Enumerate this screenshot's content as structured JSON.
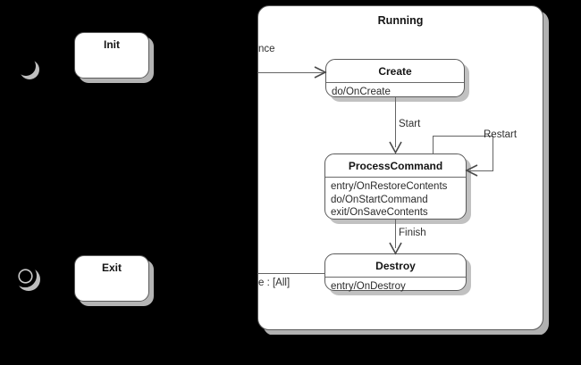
{
  "diagram": {
    "type": "uml-state-machine",
    "background_color": "#000000",
    "surface_color": "#ffffff",
    "line_color": "#646464",
    "shadow_color": "#bebebe"
  },
  "pseudostates": [
    {
      "kind": "initial",
      "name": "initial-state"
    },
    {
      "kind": "final",
      "name": "final-state"
    }
  ],
  "states": [
    {
      "id": "init",
      "title": "Init",
      "body": ""
    },
    {
      "id": "exit",
      "title": "Exit",
      "body": ""
    },
    {
      "id": "running",
      "title": "Running",
      "composite": true
    },
    {
      "id": "create",
      "title": "Create",
      "body": "do/OnCreate"
    },
    {
      "id": "process_command",
      "title": "ProcessCommand",
      "body": "entry/OnRestoreContents\ndo/OnStartCommand\nexit/OnSaveContents"
    },
    {
      "id": "destroy",
      "title": "Destroy",
      "body": "entry/OnDestroy"
    }
  ],
  "transitions": [
    {
      "id": "t_to_create",
      "label": "nce",
      "from": "init",
      "to": "create"
    },
    {
      "id": "t_start",
      "label": "Start",
      "from": "create",
      "to": "process_command"
    },
    {
      "id": "t_restart",
      "label": "Restart",
      "from": "process_command",
      "to": "process_command"
    },
    {
      "id": "t_finish",
      "label": "Finish",
      "from": "process_command",
      "to": "destroy"
    },
    {
      "id": "t_to_exit",
      "label": "e :  [All]",
      "from": "destroy",
      "to": "exit"
    }
  ]
}
